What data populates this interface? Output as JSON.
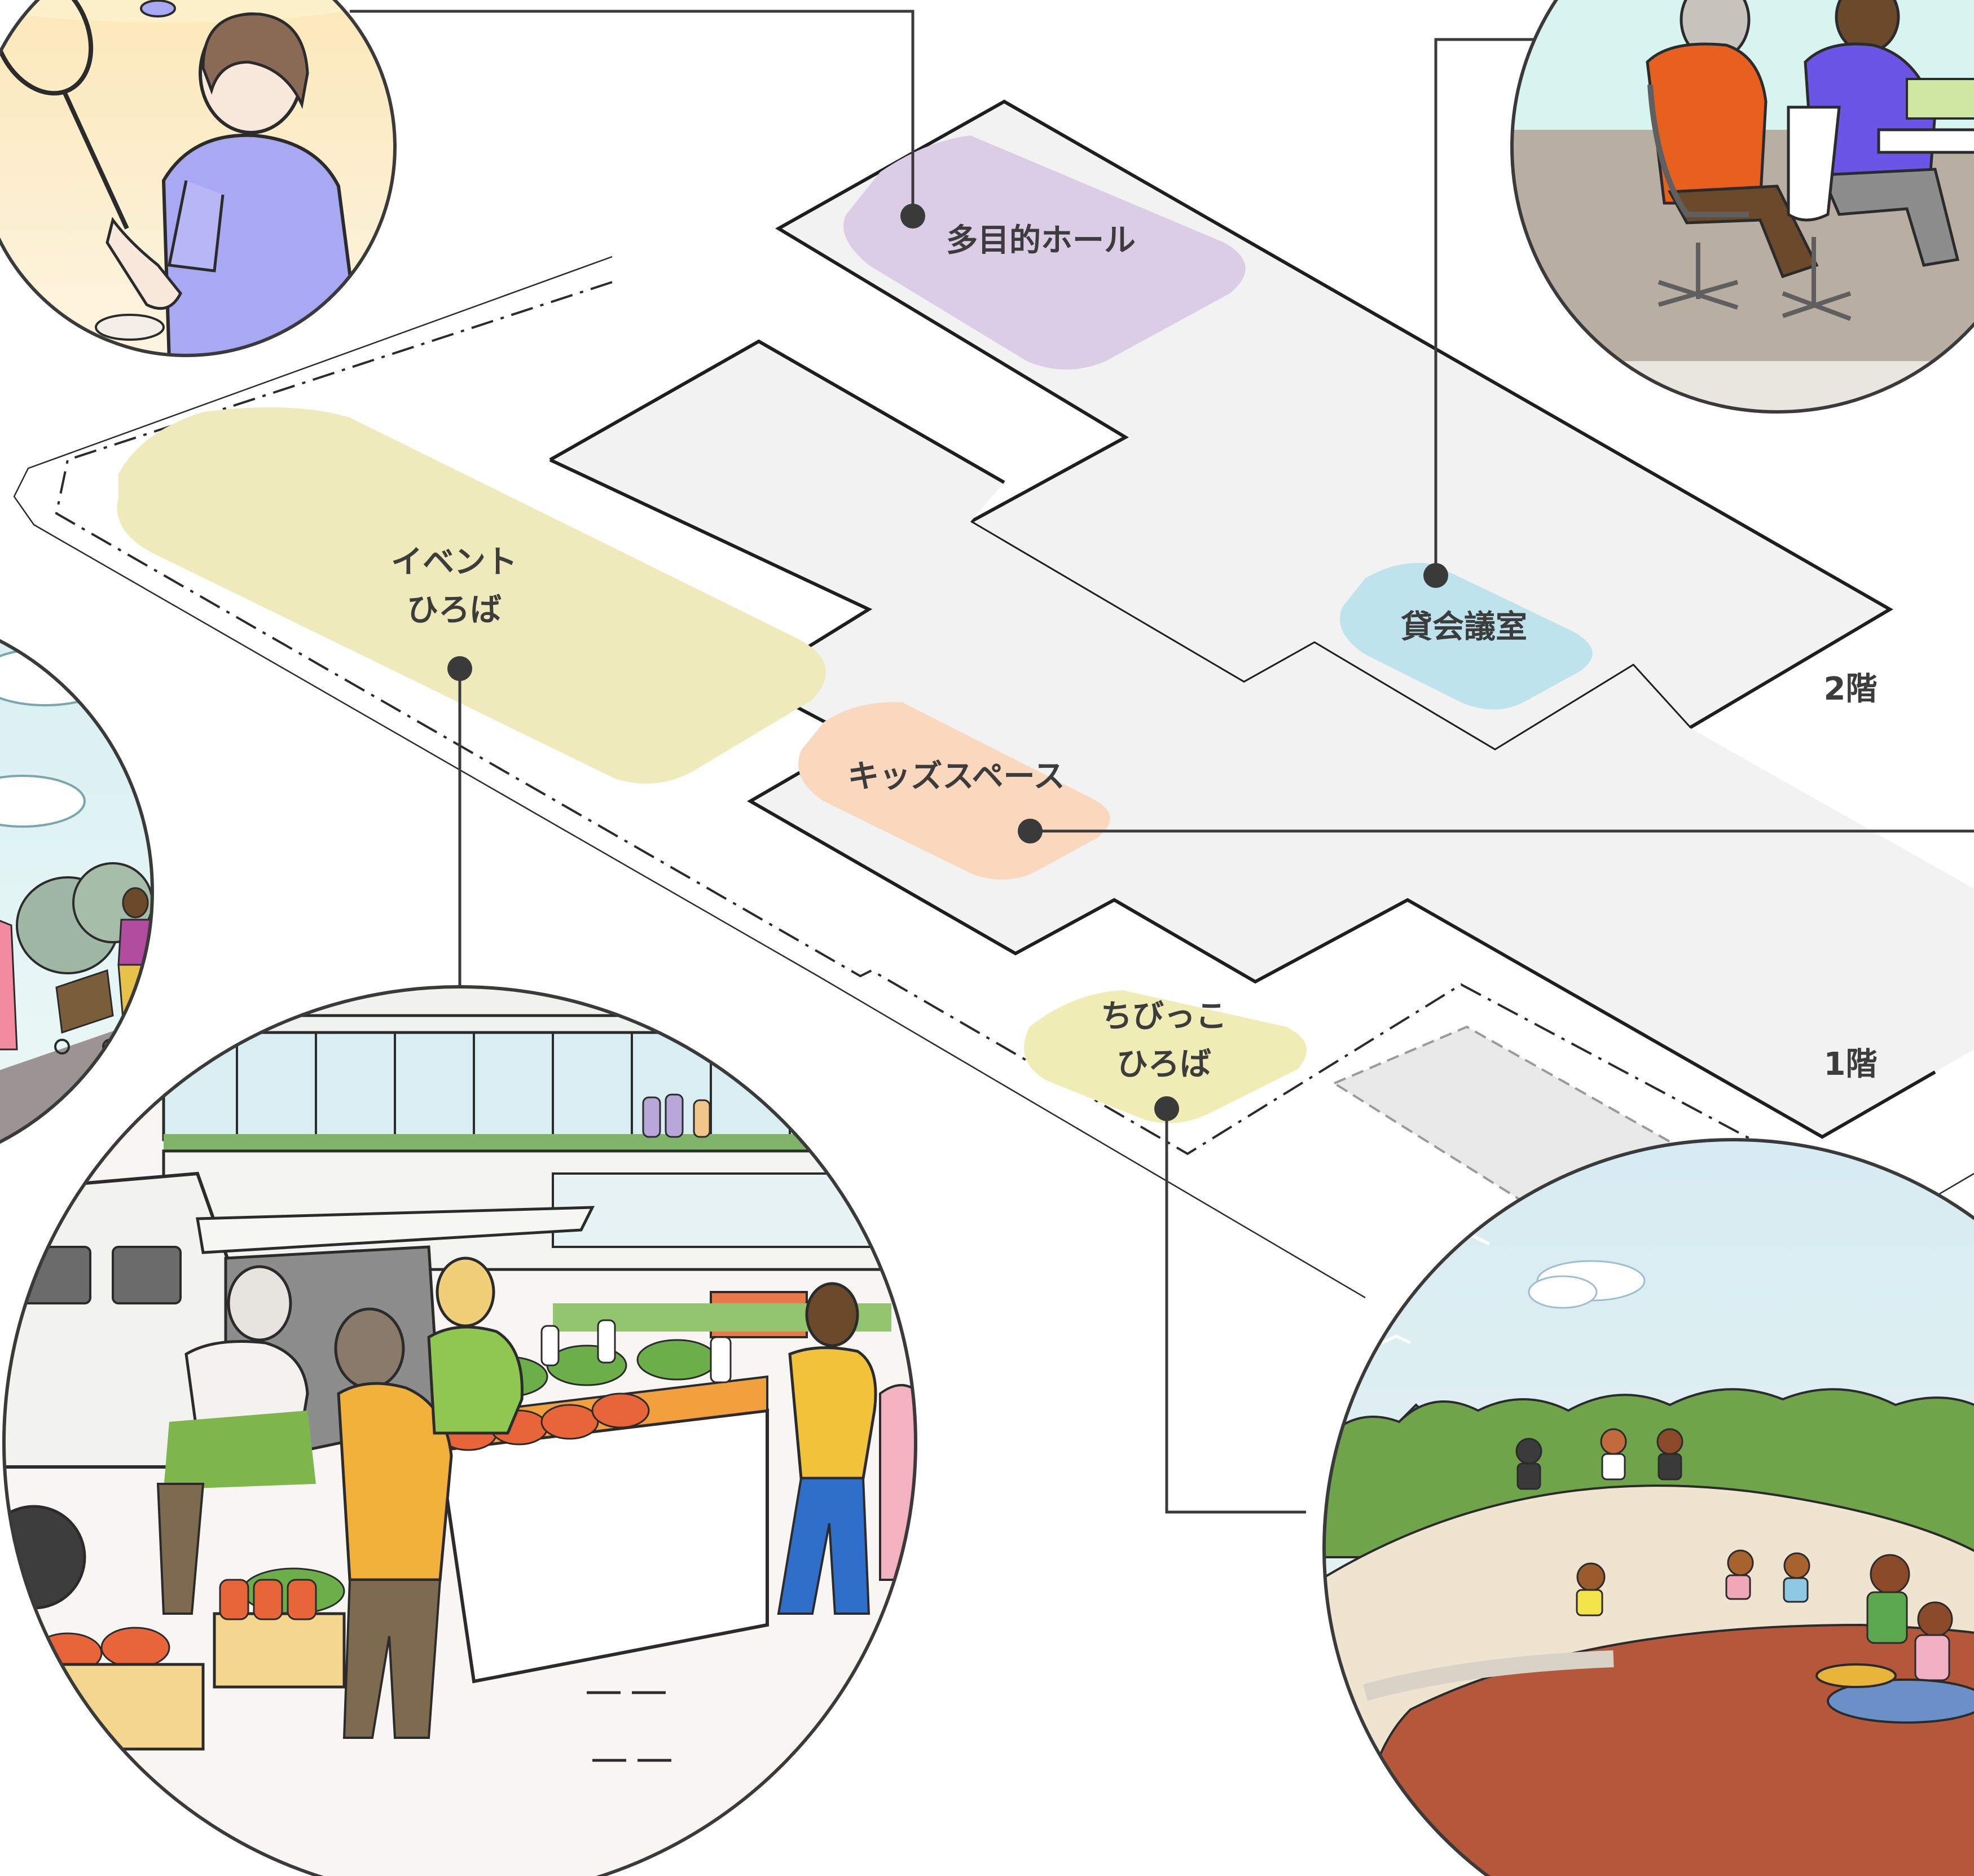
{
  "floors": {
    "upper": "2階",
    "lower": "1階"
  },
  "areas": {
    "hall": "多目的ホール",
    "meeting_room": "貸会議室",
    "kids_space": "キッズスペース",
    "event_plaza": [
      "イベント",
      "ひろば"
    ],
    "toddler_plaza": [
      "ちびっこ",
      "ひろば"
    ]
  },
  "colors": {
    "hall": "#dccde6",
    "meeting_room": "#bfe3ec",
    "kids_space": "#fad8bd",
    "event_plaza": "#eeeabb",
    "toddler_plaza": "#efecb5",
    "floor_fill": "#f2f2f2",
    "line": "#2b2b2b"
  },
  "illustrations": {
    "badminton": "badminton-scene",
    "meeting": "meeting-scene",
    "park_walk": "park-walk-scene",
    "market": "farmers-market-scene",
    "kids_play": "kids-playground-scene"
  }
}
